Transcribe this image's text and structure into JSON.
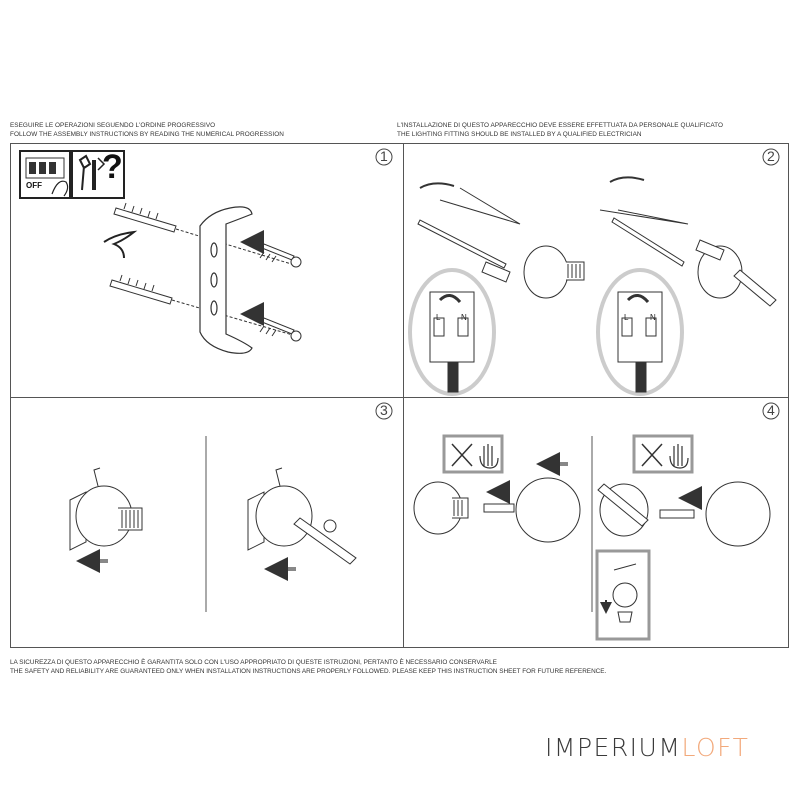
{
  "header": {
    "left_line1": "ESEGUIRE LE OPERAZIONI SEGUENDO L'ORDINE PROGRESSIVO",
    "left_line2": "FOLLOW THE ASSEMBLY INSTRUCTIONS BY READING THE NUMERICAL PROGRESSION",
    "right_line1": "L'INSTALLAZIONE DI QUESTO APPARECCHIO DEVE ESSERE EFFETTUATA DA PERSONALE QUALIFICATO",
    "right_line2": "THE LIGHTING FITTING SHOULD BE INSTALLED BY A QUALIFIED ELECTRICIAN"
  },
  "steps": {
    "s1": "1",
    "s2": "2",
    "s3": "3",
    "s4": "4"
  },
  "panel1": {
    "switch_label": "OFF",
    "question_mark": "?"
  },
  "panel2": {
    "L": "L",
    "N": "N"
  },
  "footer": {
    "line1": "LA SICUREZZA DI QUESTO APPARECCHIO È GARANTITA SOLO CON L'USO APPROPRIATO DI QUESTE ISTRUZIONI, PERTANTO È NECESSARIO CONSERVARLE",
    "line2": "THE SAFETY AND RELIABILITY ARE GUARANTEED ONLY WHEN INSTALLATION INSTRUCTIONS ARE PROPERLY FOLLOWED. PLEASE KEEP THIS INSTRUCTION SHEET FOR FUTURE REFERENCE."
  },
  "brand": {
    "part1": "IMPERIUM",
    "part2": "LOFT"
  }
}
